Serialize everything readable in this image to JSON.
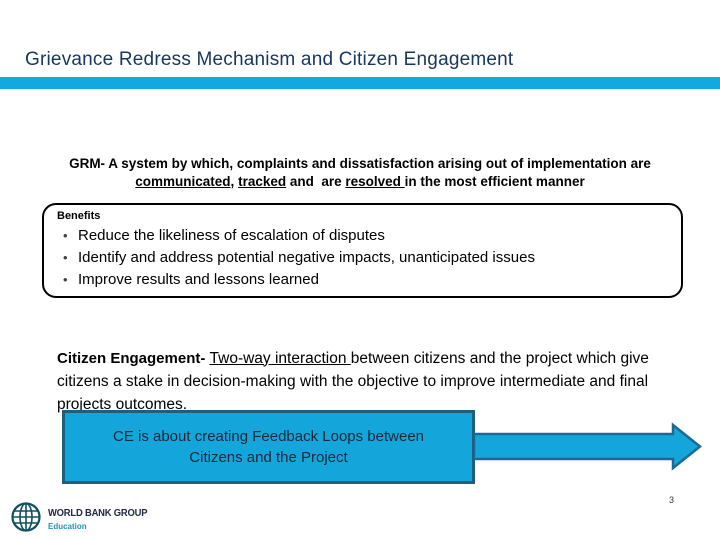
{
  "slide": {
    "title": "Grievance Redress Mechanism and Citizen Engagement"
  },
  "grm": {
    "segments": [
      {
        "text": "GRM- A system by which, complaints and dissatisfaction arising out of implementation are ",
        "underline": false
      },
      {
        "text": "communicated,",
        "underline": true
      },
      {
        "text": " ",
        "underline": false
      },
      {
        "text": "tracked",
        "underline": true
      },
      {
        "text": " and  are ",
        "underline": false
      },
      {
        "text": "resolved ",
        "underline": true
      },
      {
        "text": "in the most efficient manner",
        "underline": false
      }
    ]
  },
  "benefits": {
    "label": "Benefits",
    "items": [
      "Reduce the likeliness of escalation of disputes",
      "Identify and address potential negative impacts, unanticipated issues",
      "Improve results and lessons learned"
    ]
  },
  "citizen_engagement": {
    "segments": [
      {
        "text": "Citizen Engagement- ",
        "style": "bold"
      },
      {
        "text": "Two-way interaction ",
        "style": "underline"
      },
      {
        "text": "between citizens and the project which give citizens a stake in decision-making with the objective to improve intermediate and final projects outcomes.",
        "style": "normal"
      }
    ]
  },
  "feedback_box": {
    "text": "CE is about creating Feedback Loops between Citizens and the Project"
  },
  "footer": {
    "logo_name": "WORLD BANK GROUP",
    "logo_tagline": "Education",
    "page_number": "3"
  },
  "colors": {
    "accent_cyan": "#12A9E0",
    "box_fill": "#14A5DB",
    "box_border": "#205E79",
    "arrow_border": "#1A6A93",
    "title_navy": "#16375E",
    "logo_teal": "#1D96B2"
  }
}
